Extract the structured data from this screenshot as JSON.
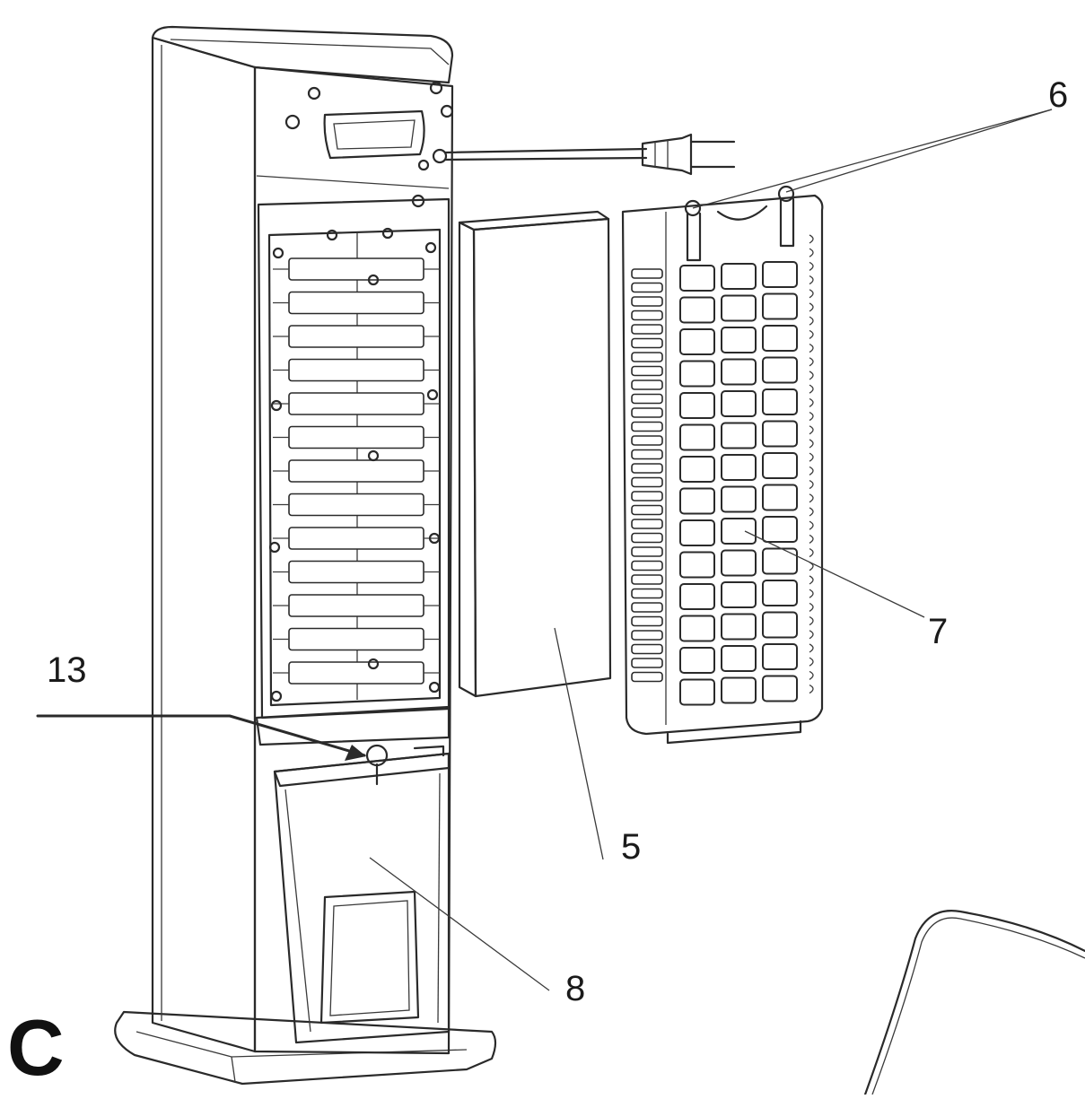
{
  "figure": {
    "panel_label": "C",
    "callouts": {
      "label_5": "5",
      "label_6": "6",
      "label_7": "7",
      "label_8": "8",
      "label_13": "13"
    }
  }
}
